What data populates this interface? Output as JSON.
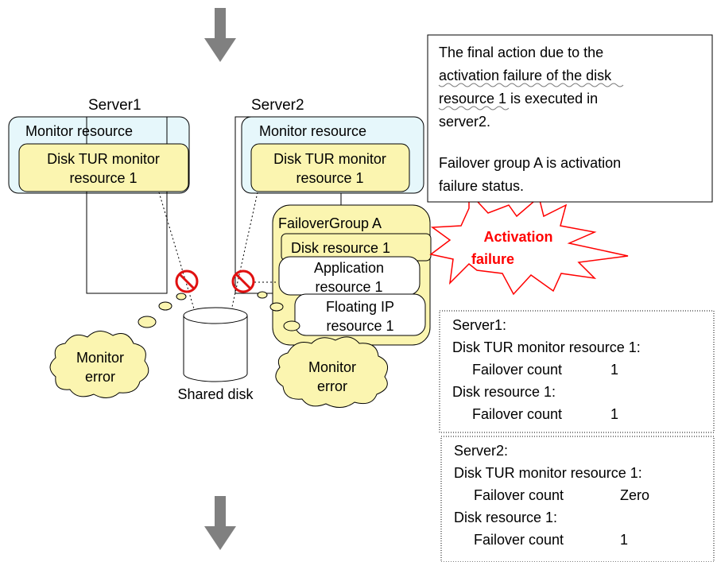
{
  "colors": {
    "monitor_box_fill": "#e6f7fb",
    "monitor_item_fill": "#fbf5b0",
    "group_fill": "#fbf5b0",
    "activation_text": "#ff0000",
    "prohibited_sign": "#e01010"
  },
  "icons": [
    "down-arrow-icon",
    "prohibited-icon",
    "disk-cylinder-icon",
    "thought-cloud-icon",
    "explosion-burst-icon"
  ],
  "server1": {
    "label": "Server1",
    "monitor_title": "Monitor resource",
    "monitor_item_line1": "Disk TUR monitor",
    "monitor_item_line2": "resource 1"
  },
  "server2": {
    "label": "Server2",
    "monitor_title": "Monitor resource",
    "monitor_item_line1": "Disk TUR monitor",
    "monitor_item_line2": "resource 1"
  },
  "failover_group": {
    "title": "FailoverGroup A",
    "disk_resource": "Disk resource 1",
    "application_line1": "Application",
    "application_line2": "resource 1",
    "floating_ip_line1": "Floating IP",
    "floating_ip_line2": "resource 1"
  },
  "activation_failure": {
    "line1": "Activation",
    "line2": "failure"
  },
  "shared_disk": "Shared disk",
  "monitor_error_left": {
    "line1": "Monitor",
    "line2": "error"
  },
  "monitor_error_right": {
    "line1": "Monitor",
    "line2": "error"
  },
  "note": {
    "line1": "The final action due to the",
    "line2": "activation failure of the disk",
    "line3": "resource 1 is executed in",
    "line4": "server2.",
    "line5": "Failover group A is activation",
    "line6": "failure status."
  },
  "status_server1": {
    "title": "Server1:",
    "monitor_label": "Disk TUR monitor resource 1:",
    "monitor_count_label": "Failover count",
    "monitor_count_value": "1",
    "disk_label": "Disk resource 1:",
    "disk_count_label": "Failover count",
    "disk_count_value": "1"
  },
  "status_server2": {
    "title": "Server2:",
    "monitor_label": "Disk TUR monitor resource 1:",
    "monitor_count_label": "Failover count",
    "monitor_count_value": "Zero",
    "disk_label": "Disk resource 1:",
    "disk_count_label": "Failover count",
    "disk_count_value": "1"
  }
}
